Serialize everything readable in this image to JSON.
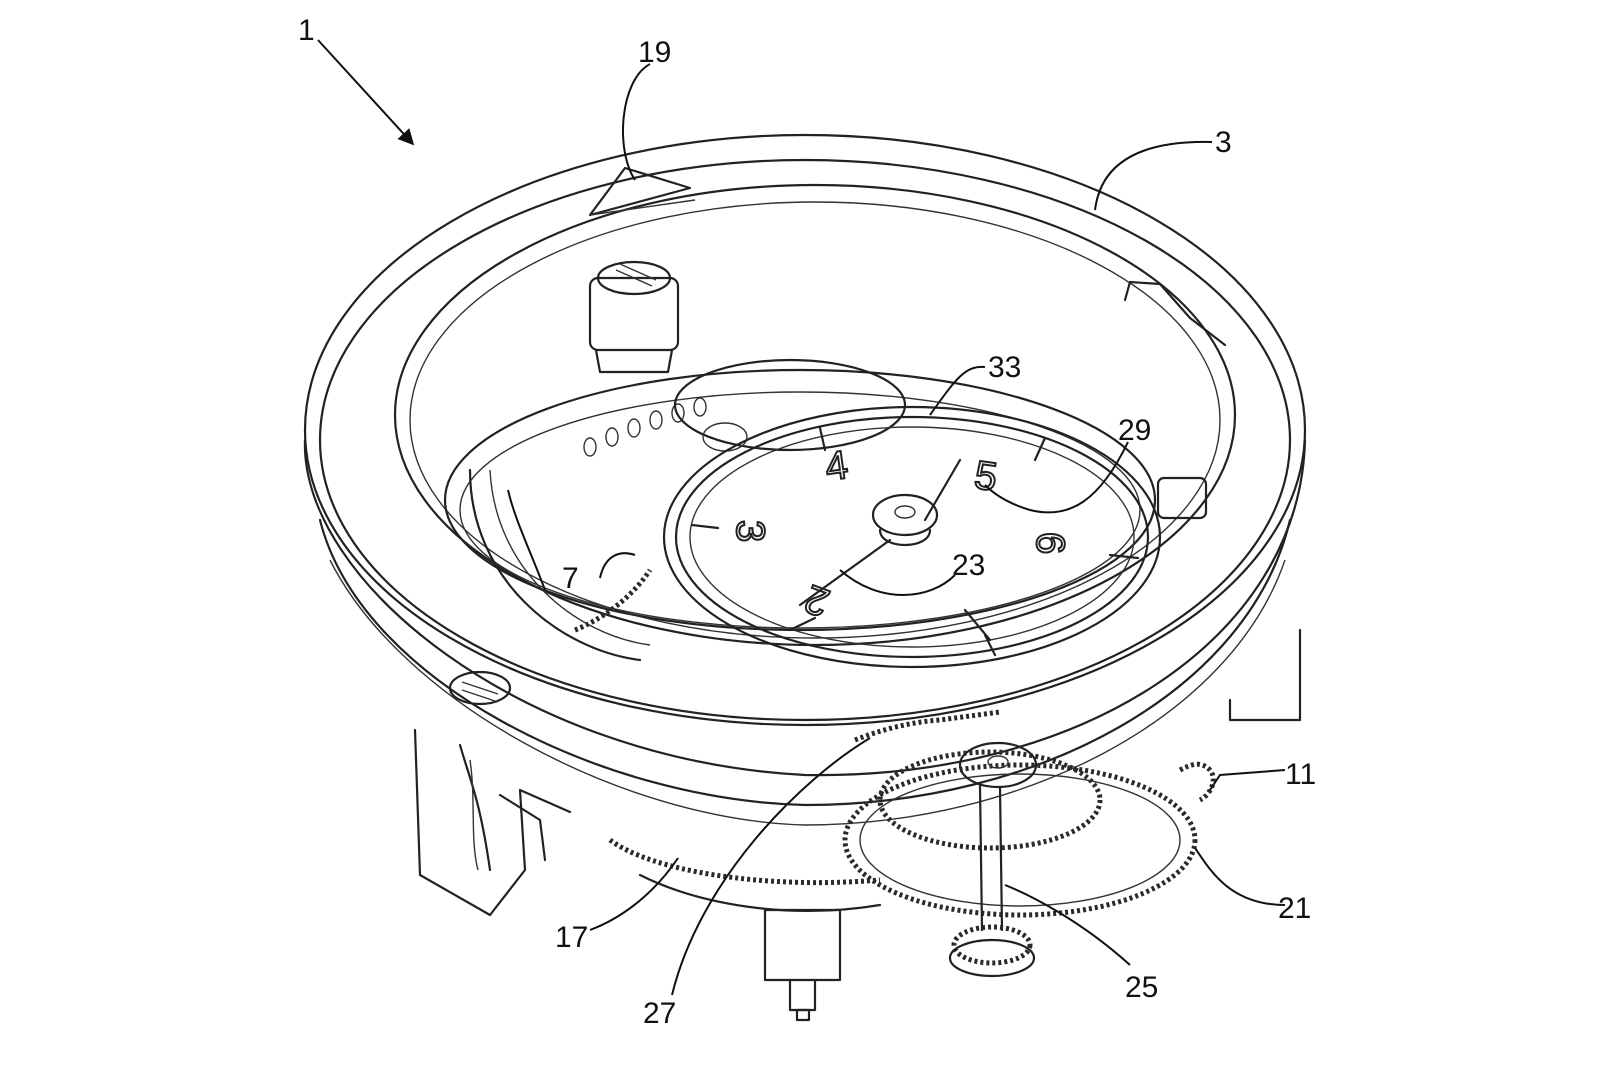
{
  "refs": {
    "r1": "1",
    "r3": "3",
    "r7": "7",
    "r11": "11",
    "r17": "17",
    "r19": "19",
    "r21": "21",
    "r23": "23",
    "r25": "25",
    "r27": "27",
    "r29": "29",
    "r33": "33"
  },
  "dial": {
    "n3": "3",
    "n4": "4",
    "n5": "5",
    "n6": "6",
    "n2": "2"
  }
}
